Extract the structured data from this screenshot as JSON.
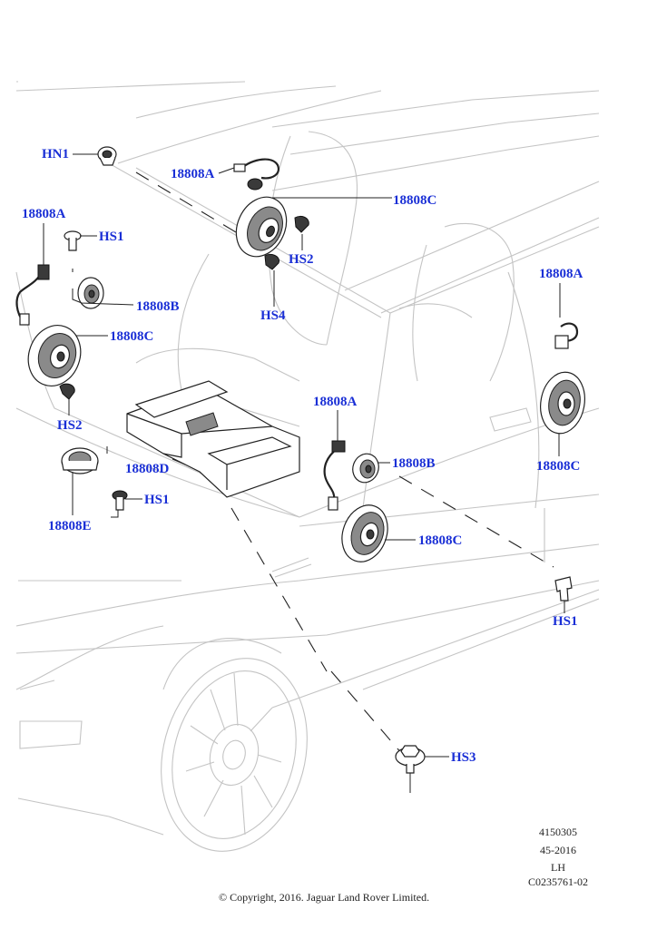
{
  "callouts": {
    "hn1": "HN1",
    "p18808a_front_top": "18808A",
    "p18808c_front_top": "18808C",
    "p18808a_left": "18808A",
    "hs1_left": "HS1",
    "hs2_top": "HS2",
    "p18808b_left": "18808B",
    "hs4": "HS4",
    "p18808c_left": "18808C",
    "p18808a_right": "18808A",
    "hs2_left": "HS2",
    "p18808a_center": "18808A",
    "p18808b_center": "18808B",
    "p18808c_right": "18808C",
    "p18808d": "18808D",
    "hs1_middle": "HS1",
    "p18808e": "18808E",
    "p18808c_center": "18808C",
    "hs1_right": "HS1",
    "hs3": "HS3"
  },
  "footer": {
    "ref_line1": "4150305",
    "ref_line2": "45-2016",
    "ref_line3": "LH",
    "ref_line4": "C0235761-02",
    "copyright": "© Copyright, 2016. Jaguar Land Rover Limited."
  }
}
